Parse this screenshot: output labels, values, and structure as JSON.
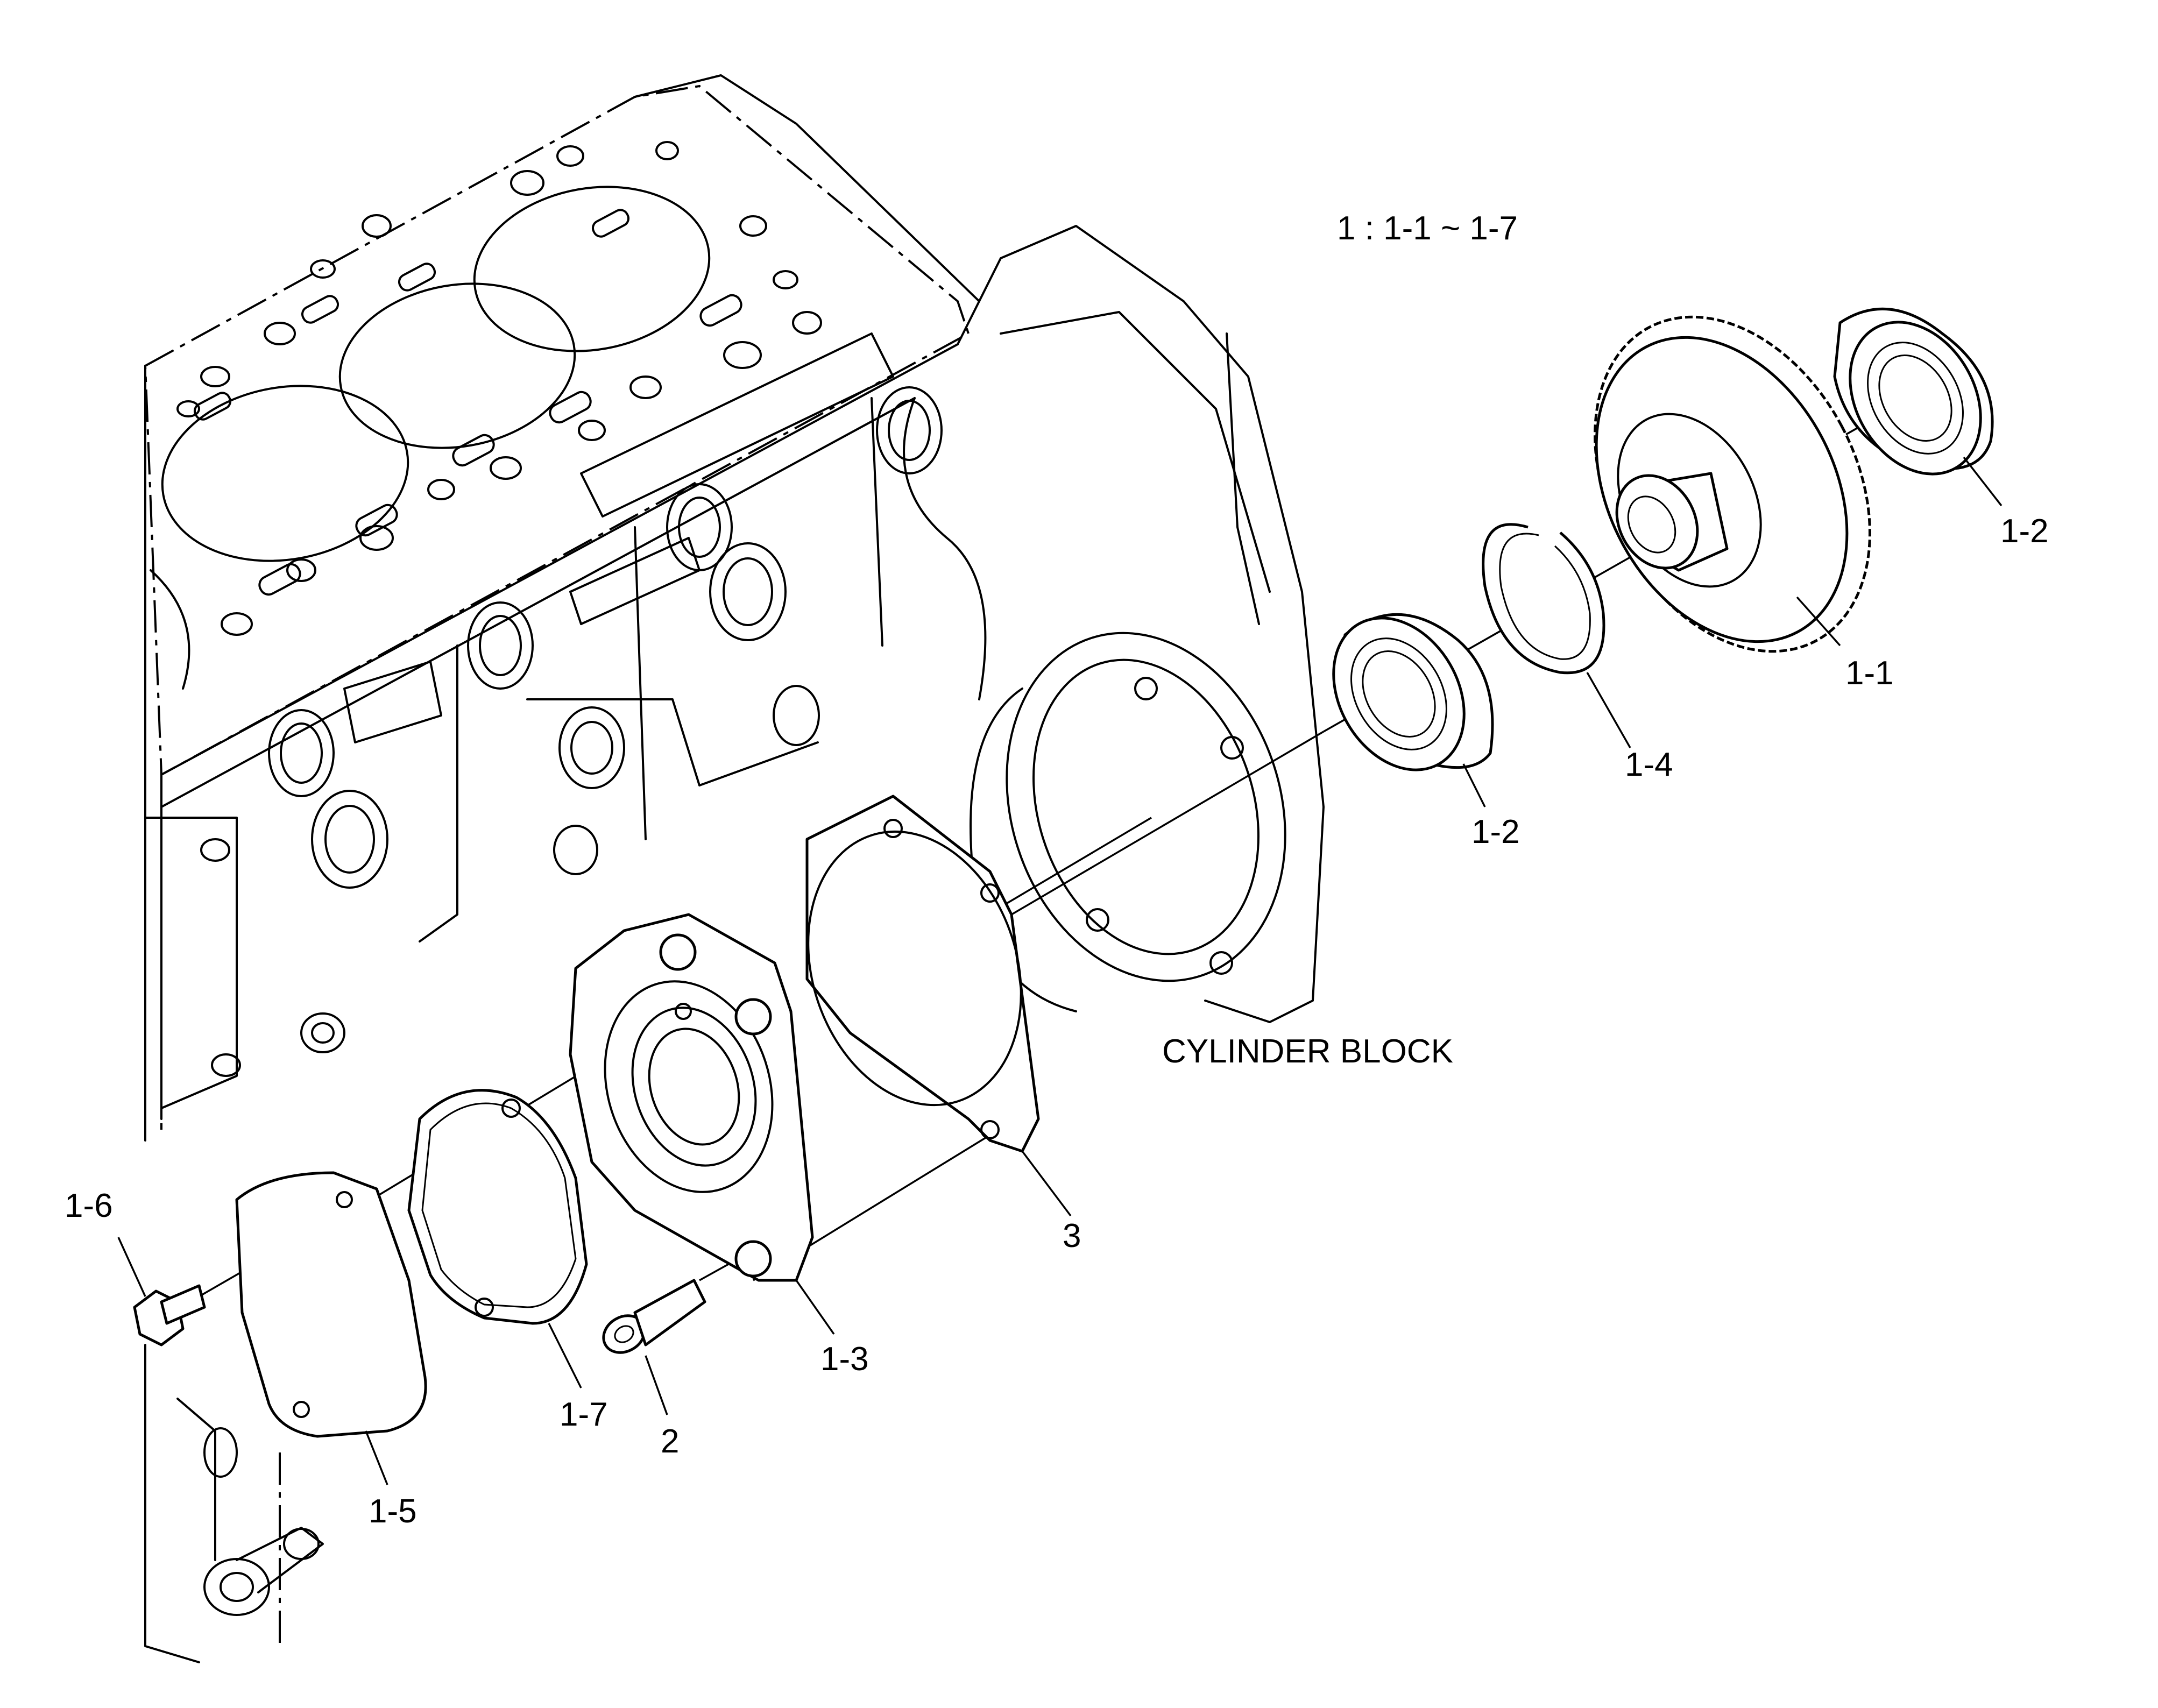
{
  "diagram": {
    "note": "1 : 1-1 ~ 1-7",
    "block_label": "CYLINDER BLOCK",
    "callouts": {
      "c_1_1": "1-1",
      "c_1_2_top": "1-2",
      "c_1_2_mid": "1-2",
      "c_1_3": "1-3",
      "c_1_4": "1-4",
      "c_1_5": "1-5",
      "c_1_6": "1-6",
      "c_1_7": "1-7",
      "c_2": "2",
      "c_3": "3"
    }
  }
}
